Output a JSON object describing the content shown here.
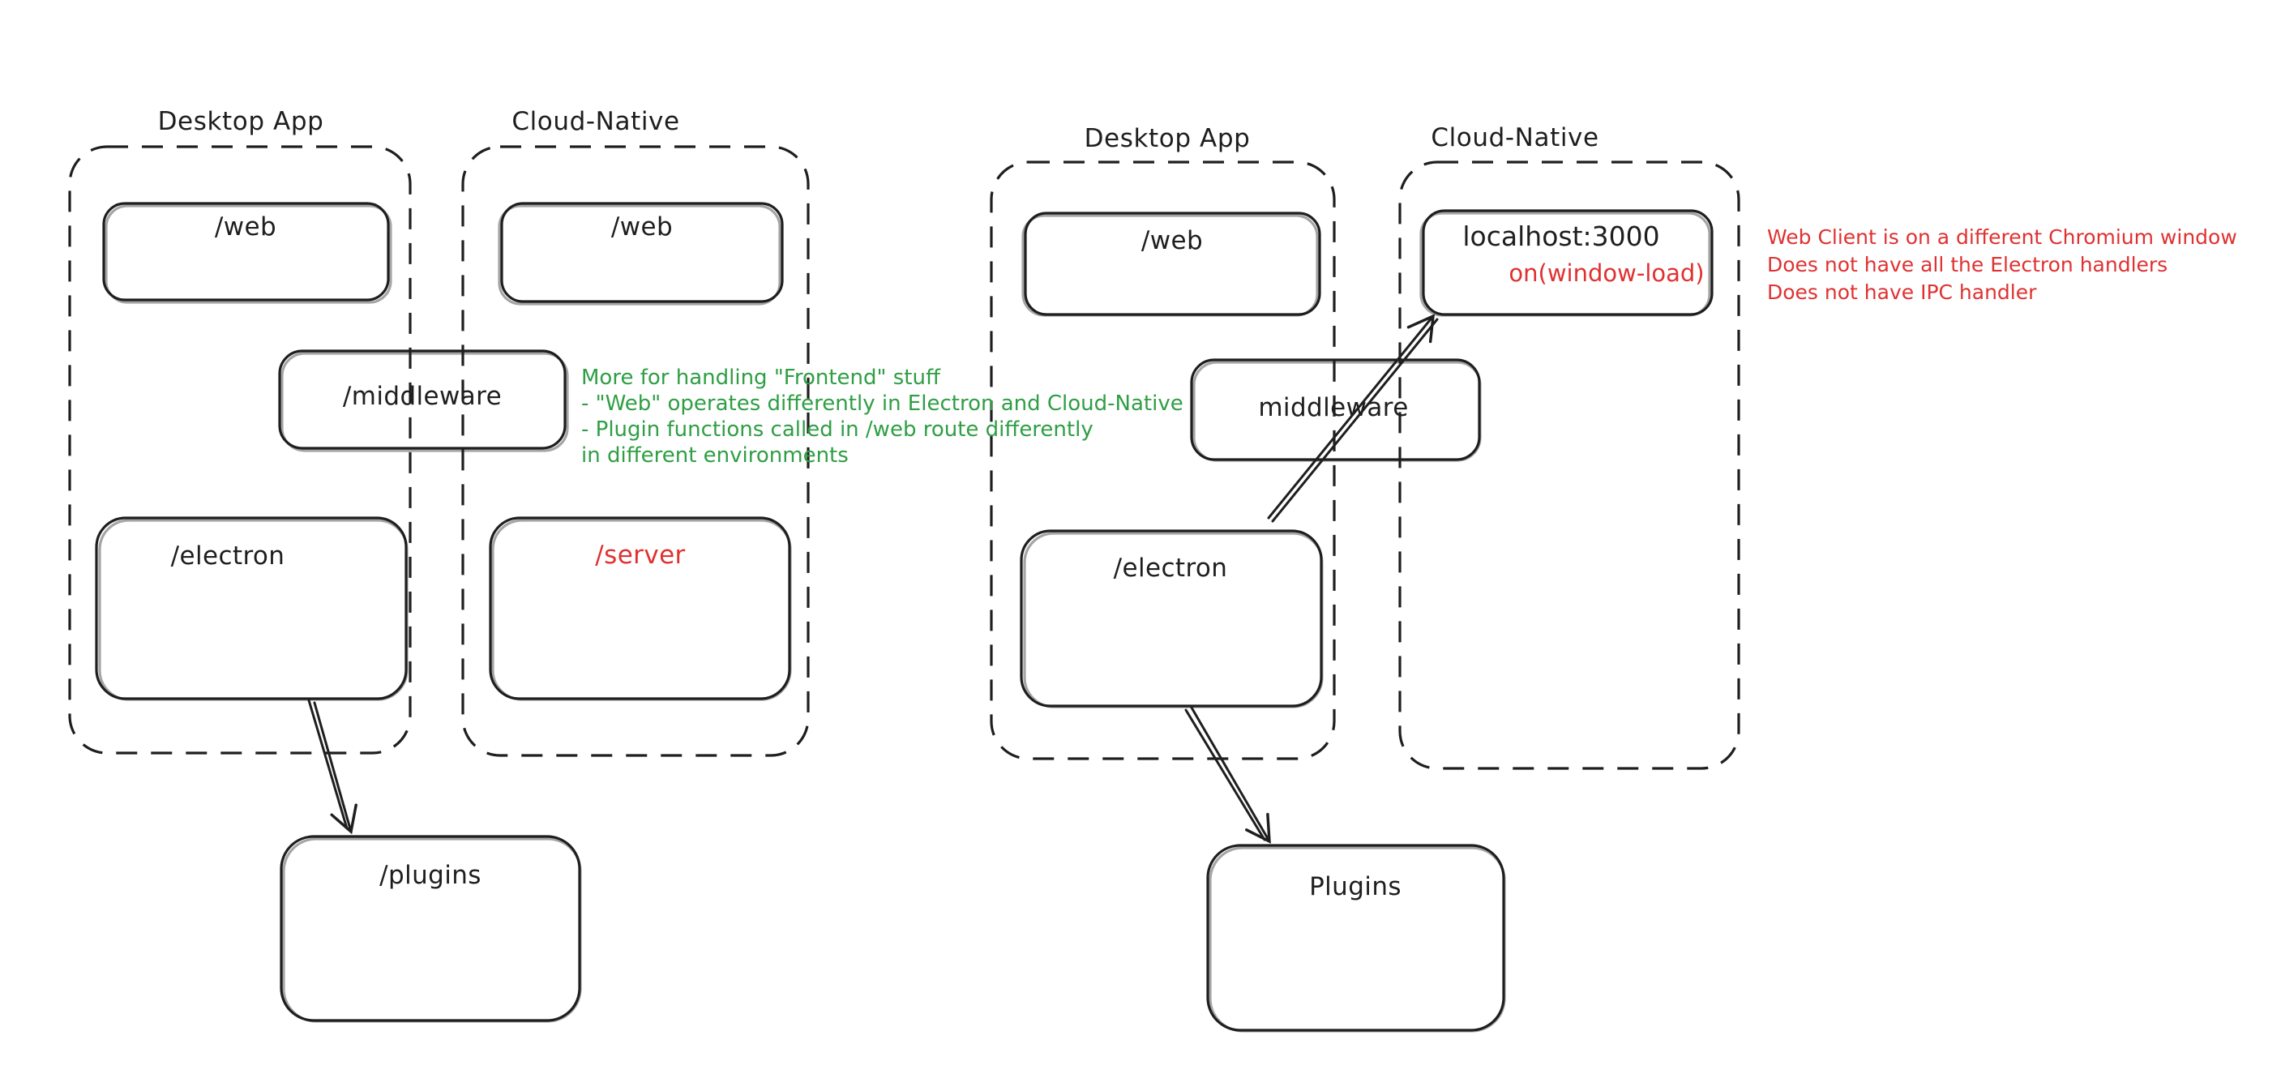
{
  "colors": {
    "ink": "#1e1e1e",
    "red_accent": "#e03131",
    "green_accent": "#2f9e44",
    "canvas_background": "#ffffff"
  },
  "left_diagram": {
    "desktop_container_label": "Desktop App",
    "cloud_container_label": "Cloud-Native",
    "web_desktop_node": "/web",
    "web_cloud_node": "/web",
    "middleware_node": "/middleware",
    "electron_node": "/electron",
    "server_node": "/server",
    "plugins_node": "/plugins"
  },
  "right_diagram": {
    "desktop_container_label": "Desktop App",
    "cloud_container_label": "Cloud-Native",
    "web_node": "/web",
    "localhost_node": "localhost:3000",
    "window_load_note": "on(window-load)",
    "middleware_node": "middleware",
    "electron_node": "/electron",
    "plugins_node": "Plugins"
  },
  "notes": {
    "green_note_lines": [
      "More for handling \"Frontend\" stuff",
      "- \"Web\" operates differently in Electron and Cloud-Native",
      "- Plugin functions called in /web route differently",
      "in different environments"
    ],
    "red_note_lines": [
      "Web Client is on a different Chromium window",
      "Does not have all the Electron handlers",
      "Does not have IPC handler"
    ]
  }
}
